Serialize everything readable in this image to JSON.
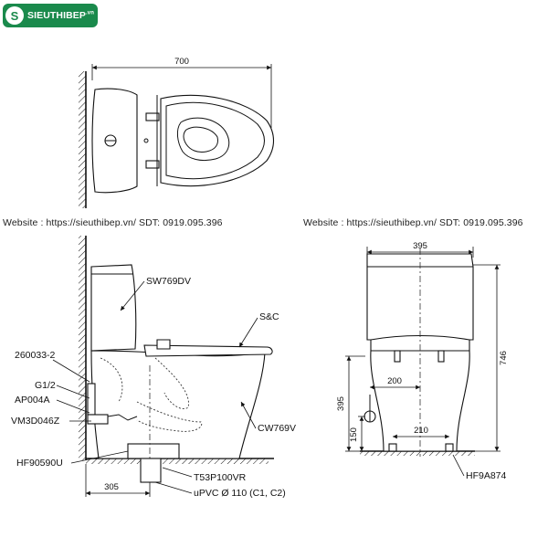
{
  "logo": {
    "text": "SIEUTHIBEP",
    "suffix": ".vn"
  },
  "watermark": {
    "left": "Website : https://sieuthibep.vn/  SDT: 0919.095.396",
    "right": "Website : https://sieuthibep.vn/  SDT: 0919.095.396"
  },
  "top_view": {
    "width_dim": "700"
  },
  "side_view": {
    "labels": {
      "tank": "SW769DV",
      "seat": "S&C",
      "bowl": "CW769V",
      "part1": "260033-2",
      "part2": "G1/2",
      "part3": "AP004A",
      "part4": "VM3D046Z",
      "part5": "HF90590U",
      "pipe1": "T53P100VR",
      "pipe2": "uPVC Ø 110 (C1, C2)"
    },
    "dims": {
      "rough_in": "305"
    }
  },
  "front_view": {
    "label": "HF9A874",
    "dims": {
      "width": "395",
      "height": "746",
      "inlet_height": "395",
      "floor_height": "150",
      "inlet_offset": "200",
      "bolt_spacing": "210"
    }
  }
}
